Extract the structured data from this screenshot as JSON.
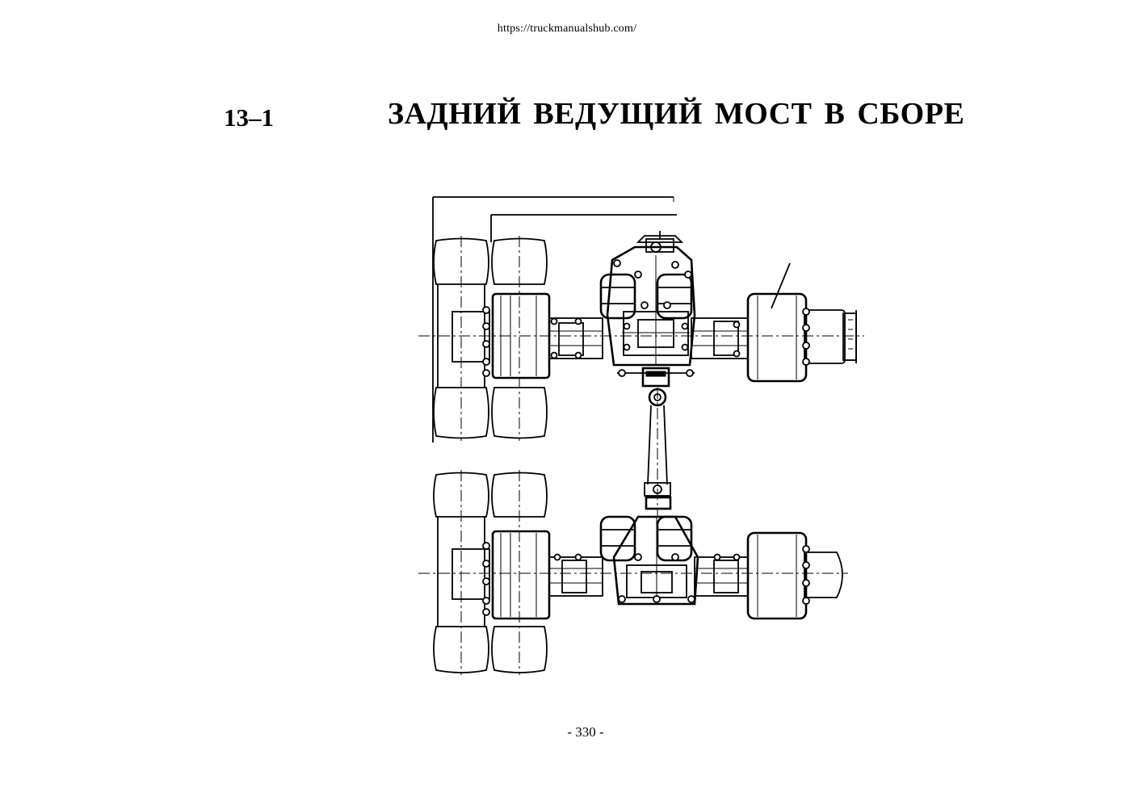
{
  "header": {
    "source_url": "https://truckmanualshub.com/"
  },
  "section": {
    "number": "13–1",
    "title": "ЗАДНИЙ ВЕДУЩИЙ МОСТ В СБОРЕ"
  },
  "footer": {
    "page_number": "- 330 -"
  },
  "drawing": {
    "subject": "rear-drive-axle-assembly",
    "axles": 2
  }
}
